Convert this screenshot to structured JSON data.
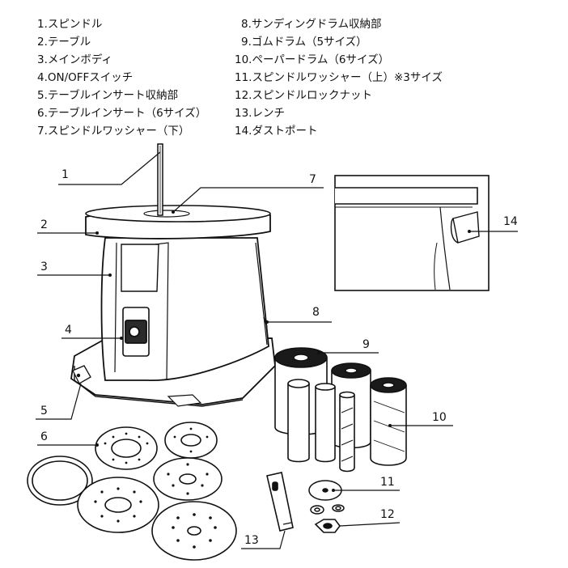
{
  "legend_left": [
    "1.スピンドル",
    "2.テーブル",
    "3.メインボディ",
    "4.ON/OFFスイッチ",
    "5.テーブルインサート収納部",
    "6.テーブルインサート（6サイズ）",
    "7.スピンドルワッシャー（下）"
  ],
  "legend_right": [
    "8.サンディングドラム収納部",
    "9.ゴムドラム（5サイズ）",
    "10.ペーパードラム（6サイズ）",
    "11.スピンドルワッシャー（上）※3サイズ",
    "12.スピンドルロックナット",
    "13.レンチ",
    "14.ダストポート"
  ],
  "callouts": [
    "1",
    "2",
    "3",
    "4",
    "5",
    "6",
    "7",
    "8",
    "9",
    "10",
    "11",
    "12",
    "13",
    "14"
  ],
  "colors": {
    "line": "#111111",
    "fill": "#ffffff",
    "dark": "#1a1a1a",
    "gray": "#9a9a9a"
  }
}
